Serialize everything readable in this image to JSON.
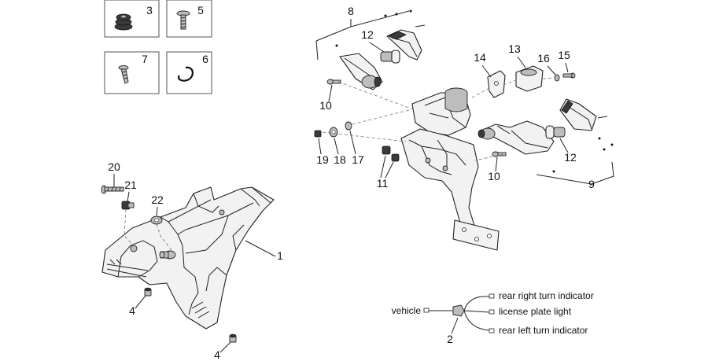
{
  "callouts": {
    "c1": "1",
    "c2": "2",
    "c3": "3",
    "c4a": "4",
    "c4b": "4",
    "c5": "5",
    "c6": "6",
    "c7": "7",
    "c8": "8",
    "c9": "9",
    "c10a": "10",
    "c10b": "10",
    "c11": "11",
    "c12a": "12",
    "c12b": "12",
    "c13": "13",
    "c14": "14",
    "c15": "15",
    "c16": "16",
    "c17": "17",
    "c18": "18",
    "c19": "19",
    "c20": "20",
    "c21": "21",
    "c22": "22"
  },
  "wiring": {
    "vehicle": "vehicle",
    "rear_right": "rear right turn indicator",
    "license_light": "license plate light",
    "rear_left": "rear left turn indicator"
  }
}
